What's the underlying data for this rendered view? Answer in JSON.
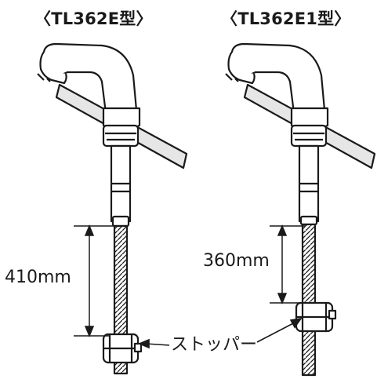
{
  "models": [
    {
      "title": "〈TL362E型〉",
      "dimension": "410mm"
    },
    {
      "title": "〈TL362E1型〉",
      "dimension": "360mm"
    }
  ],
  "stopper_label": "ストッパー",
  "colors": {
    "line": "#1a1a1a",
    "faucet_fill": "#ffffff",
    "counter_fill": "#e6e6e6"
  }
}
